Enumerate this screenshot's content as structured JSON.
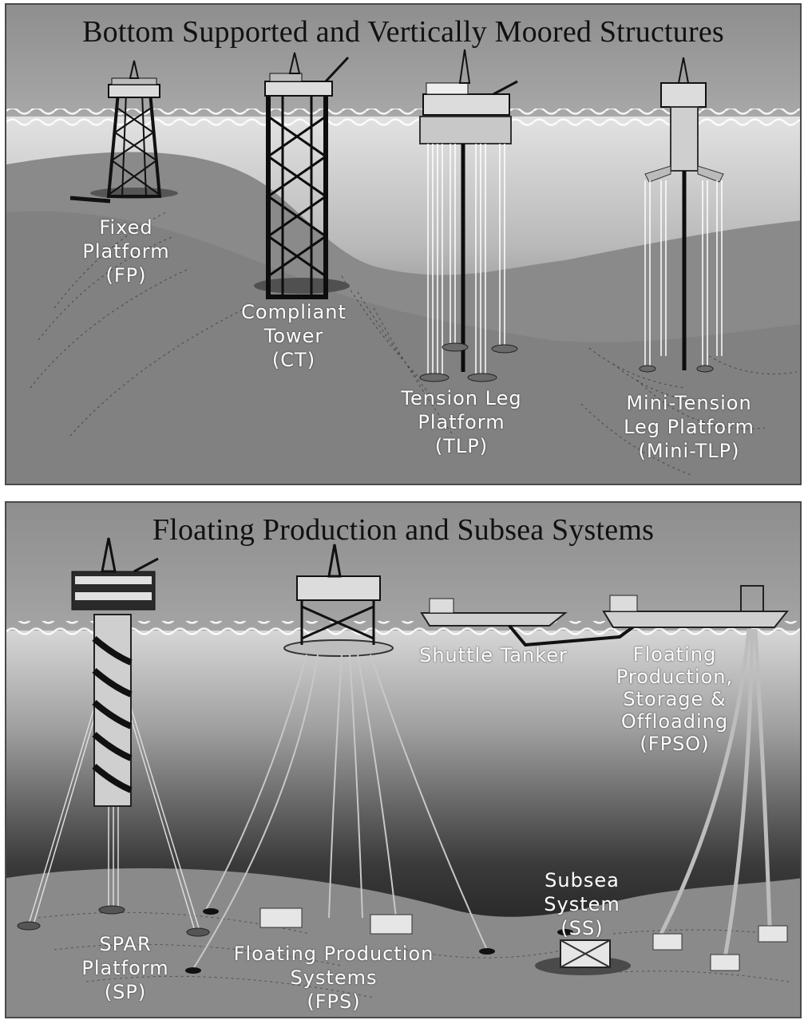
{
  "top_panel": {
    "title": "Bottom Supported and Vertically Moored Structures",
    "labels": {
      "fp": [
        "Fixed",
        "Platform",
        "(FP)"
      ],
      "ct": [
        "Compliant",
        "Tower",
        "(CT)"
      ],
      "tlp": [
        "Tension Leg",
        "Platform",
        "(TLP)"
      ],
      "mini_tlp": [
        "Mini-Tension",
        "Leg Platform",
        "(Mini-TLP)"
      ]
    }
  },
  "bottom_panel": {
    "title": "Floating Production and Subsea Systems",
    "labels": {
      "shuttle": [
        "Shuttle Tanker"
      ],
      "fpso": [
        "Floating",
        "Production,",
        "Storage &",
        "Offloading",
        "(FPSO)"
      ],
      "ss": [
        "Subsea",
        "System",
        "(SS)"
      ],
      "sp": [
        "SPAR",
        "Platform",
        "(SP)"
      ],
      "fps": [
        "Floating Production",
        "Systems",
        "(FPS)"
      ]
    }
  },
  "colors": {
    "sky": "#9a9a9a",
    "water_surface": "#d8d8d8",
    "deep_water": "#2a2a2a",
    "seabed": "#8c8c8c",
    "structure": "#1a1a1a"
  }
}
